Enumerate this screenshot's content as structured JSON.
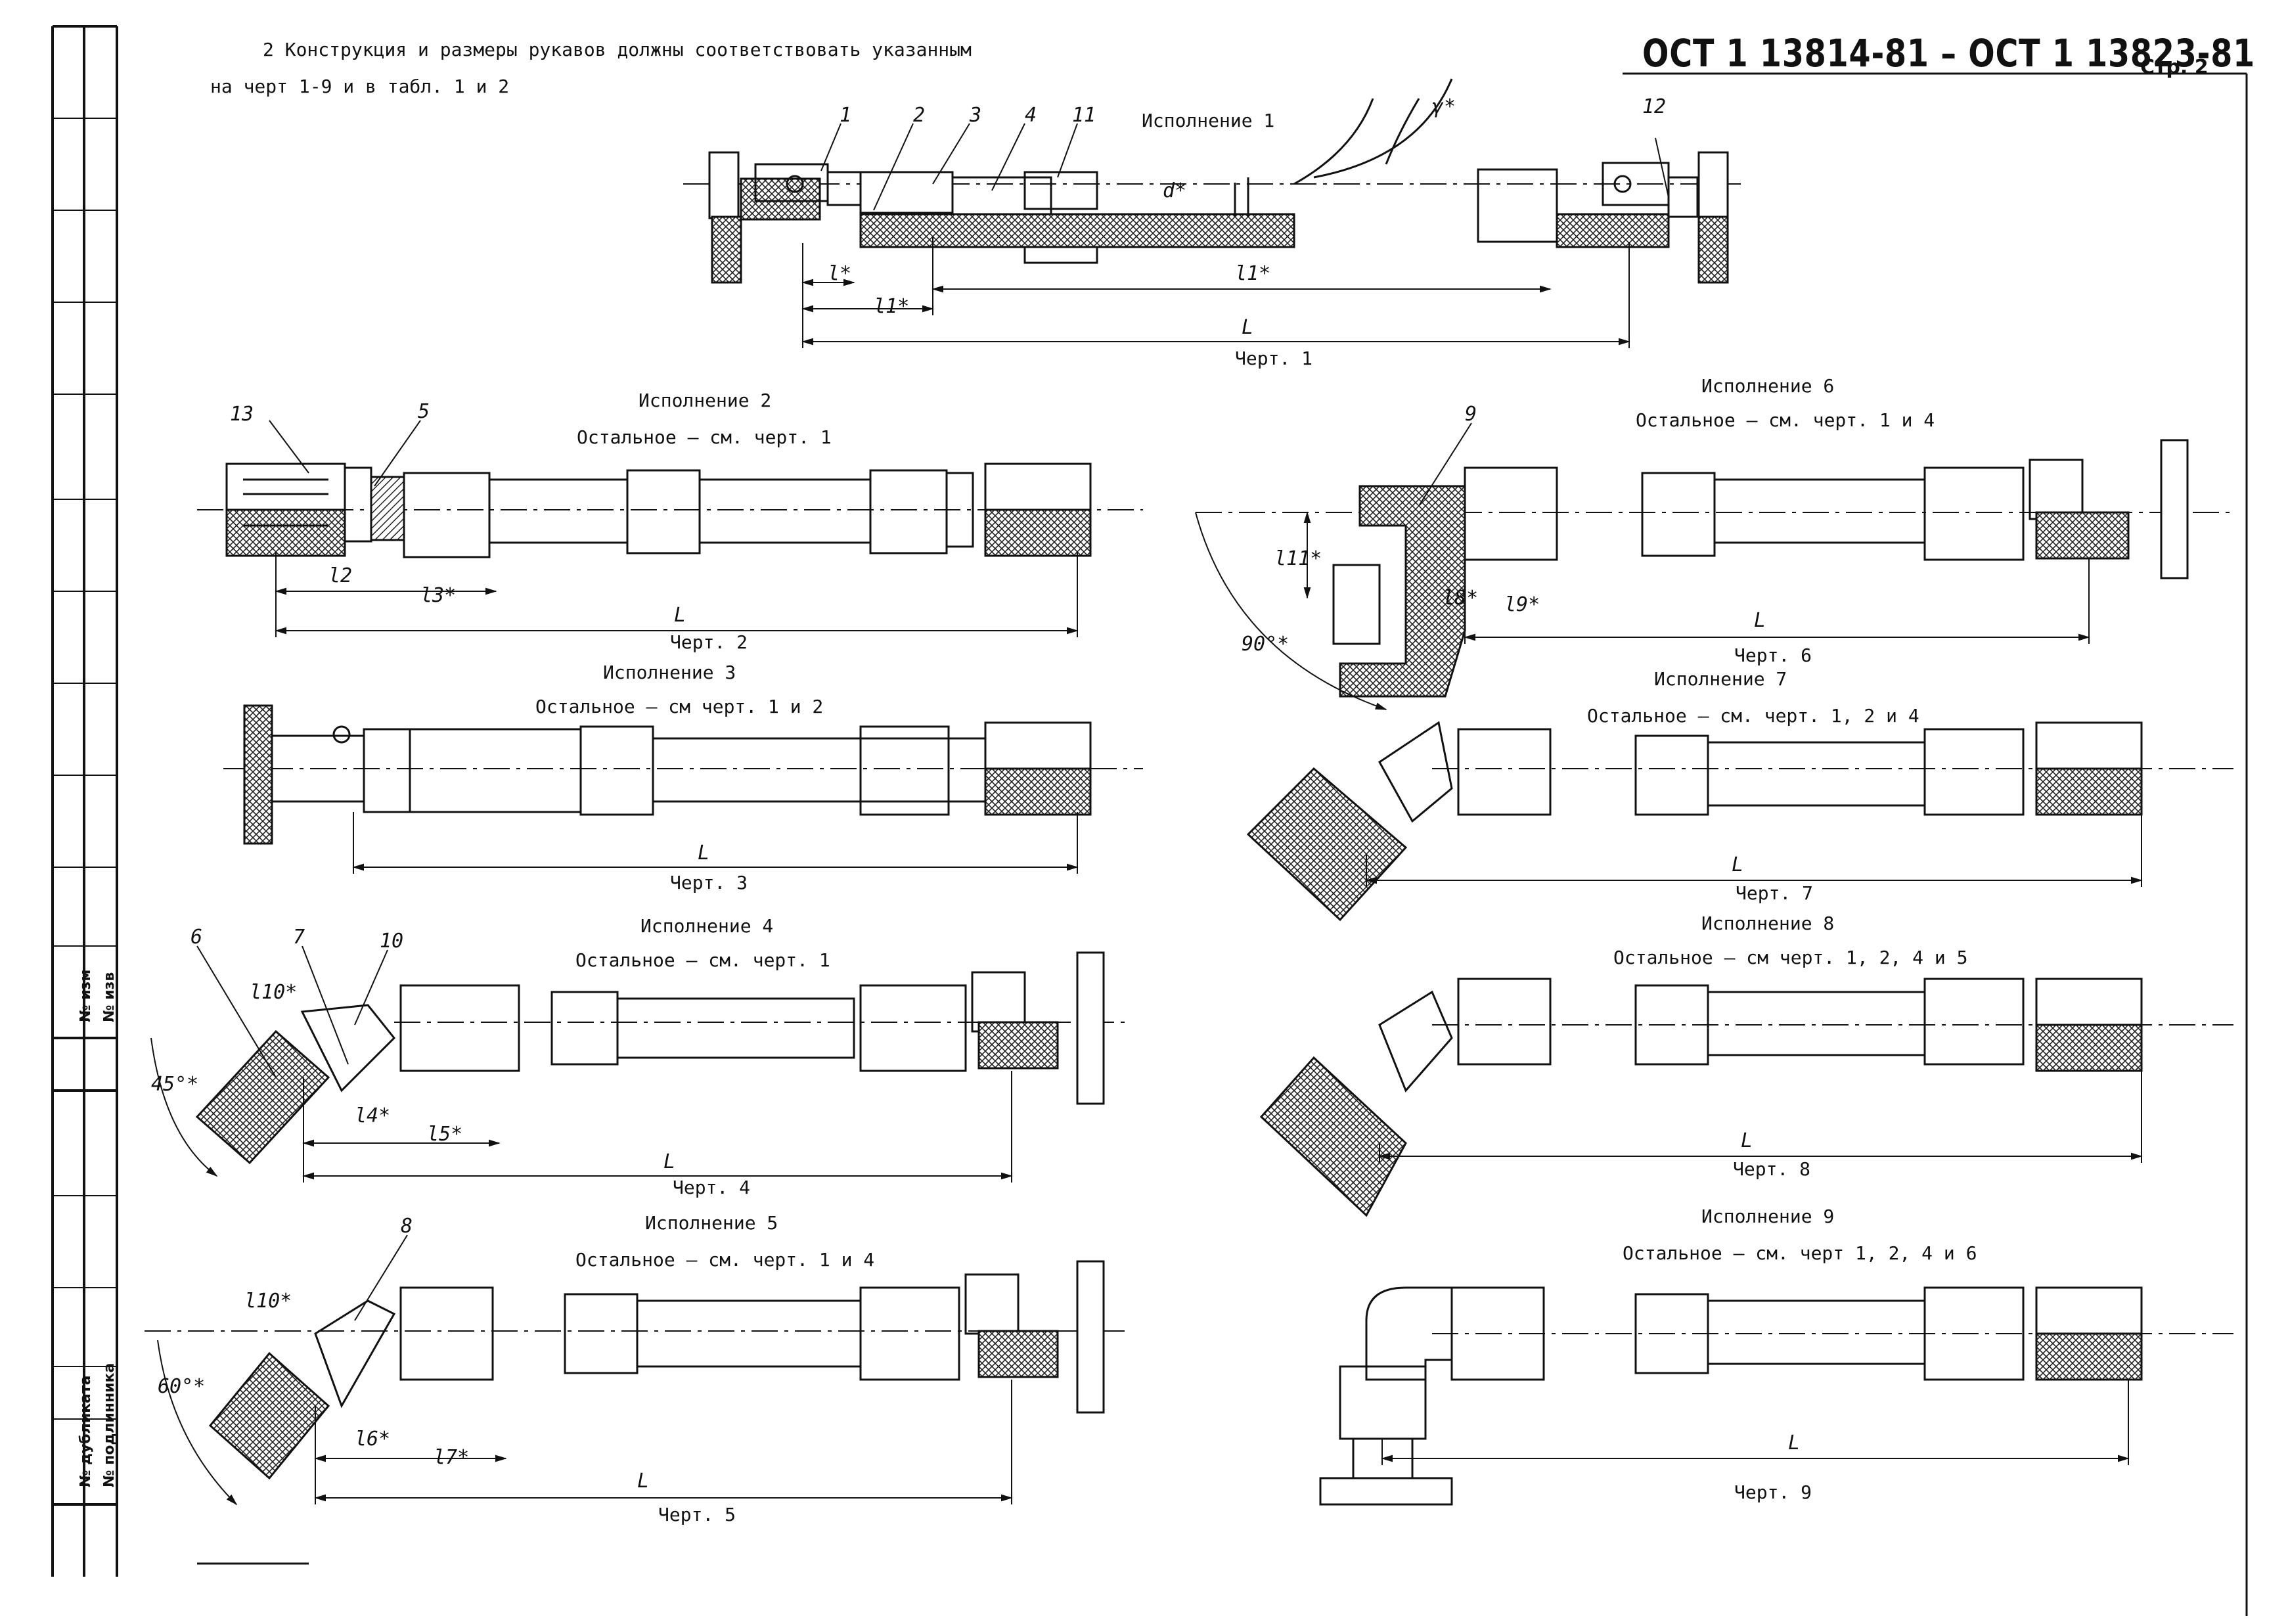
{
  "header": {
    "standard_number": "ОСТ 1 13814-81 – ОСТ 1 13823-81",
    "page_label": "Стр. 2"
  },
  "intro": {
    "line1": "2  Конструкция и размеры рукавов должны соответствовать указанным",
    "line2": "на черт  1-9 и в табл. 1 и 2"
  },
  "side_stamp": {
    "cells": [
      "№ изм",
      "№ изв",
      "№ дубликата",
      "№ подлинника"
    ]
  },
  "figures": [
    {
      "execution": "Исполнение 1",
      "note": "",
      "caption": "Черт. 1"
    },
    {
      "execution": "Исполнение 2",
      "note": "Остальное – см. черт. 1",
      "caption": "Черт. 2"
    },
    {
      "execution": "Исполнение 3",
      "note": "Остальное – см  черт. 1 и 2",
      "caption": "Черт. 3"
    },
    {
      "execution": "Исполнение 4",
      "note": "Остальное – см. черт. 1",
      "caption": "Черт. 4"
    },
    {
      "execution": "Исполнение 5",
      "note": "Остальное – см. черт. 1 и 4",
      "caption": "Черт. 5"
    },
    {
      "execution": "Исполнение 6",
      "note": "Остальное – см. черт. 1 и 4",
      "caption": "Черт. 6"
    },
    {
      "execution": "Исполнение 7",
      "note": "Остальное – см. черт. 1, 2 и 4",
      "caption": "Черт. 7"
    },
    {
      "execution": "Исполнение 8",
      "note": "Остальное – см  черт. 1, 2, 4 и 5",
      "caption": "Черт. 8"
    },
    {
      "execution": "Исполнение 9",
      "note": "Остальное – см. черт  1, 2, 4 и 6",
      "caption": "Черт. 9"
    }
  ],
  "labels": {
    "positions": [
      "1",
      "2",
      "3",
      "4",
      "11",
      "12",
      "13",
      "5",
      "9",
      "6",
      "7",
      "10",
      "8"
    ],
    "dims": {
      "d": "d*",
      "gamma": "γ*",
      "L": "L",
      "l": "l*",
      "l1": "l1*",
      "l2": "l2",
      "l3": "l3*",
      "l4": "l4*",
      "l5": "l5*",
      "l6": "l6*",
      "l7": "l7*",
      "l8": "l8*",
      "l9": "l9*",
      "l10": "l10*",
      "l11": "l11*",
      "a45": "45°*",
      "a60": "60°*",
      "a90": "90°*"
    }
  }
}
